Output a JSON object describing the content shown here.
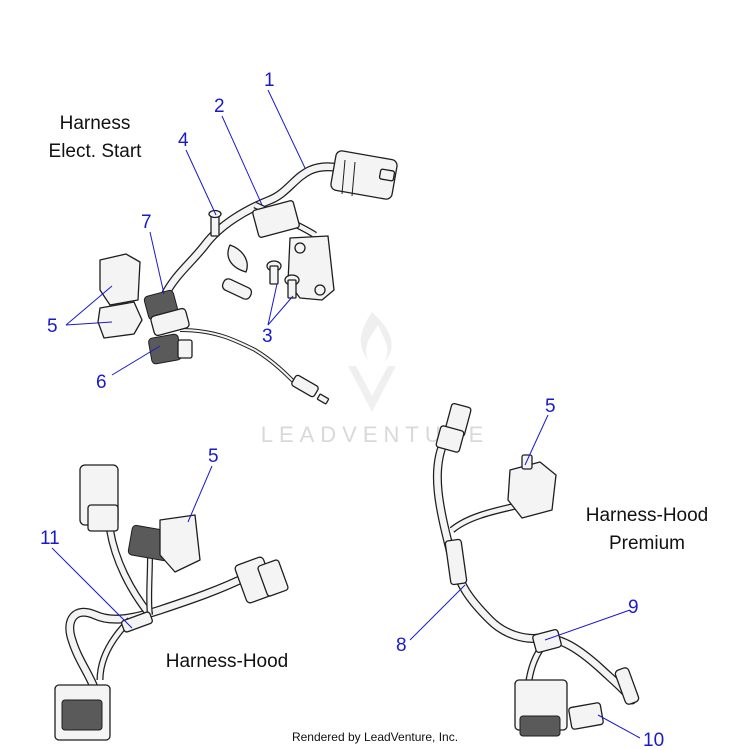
{
  "captions": {
    "elect_start_line1": "Harness",
    "elect_start_line2": "Elect. Start",
    "hood_premium_line1": "Harness-Hood",
    "hood_premium_line2": "Premium",
    "hood": "Harness-Hood"
  },
  "callouts": {
    "c1": "1",
    "c2": "2",
    "c3": "3",
    "c4": "4",
    "c5a": "5",
    "c5b": "5",
    "c5c": "5",
    "c6": "6",
    "c7": "7",
    "c8": "8",
    "c9": "9",
    "c10": "10",
    "c11": "11"
  },
  "watermark": "LEADVENTURE",
  "footer": "Rendered by LeadVenture, Inc."
}
